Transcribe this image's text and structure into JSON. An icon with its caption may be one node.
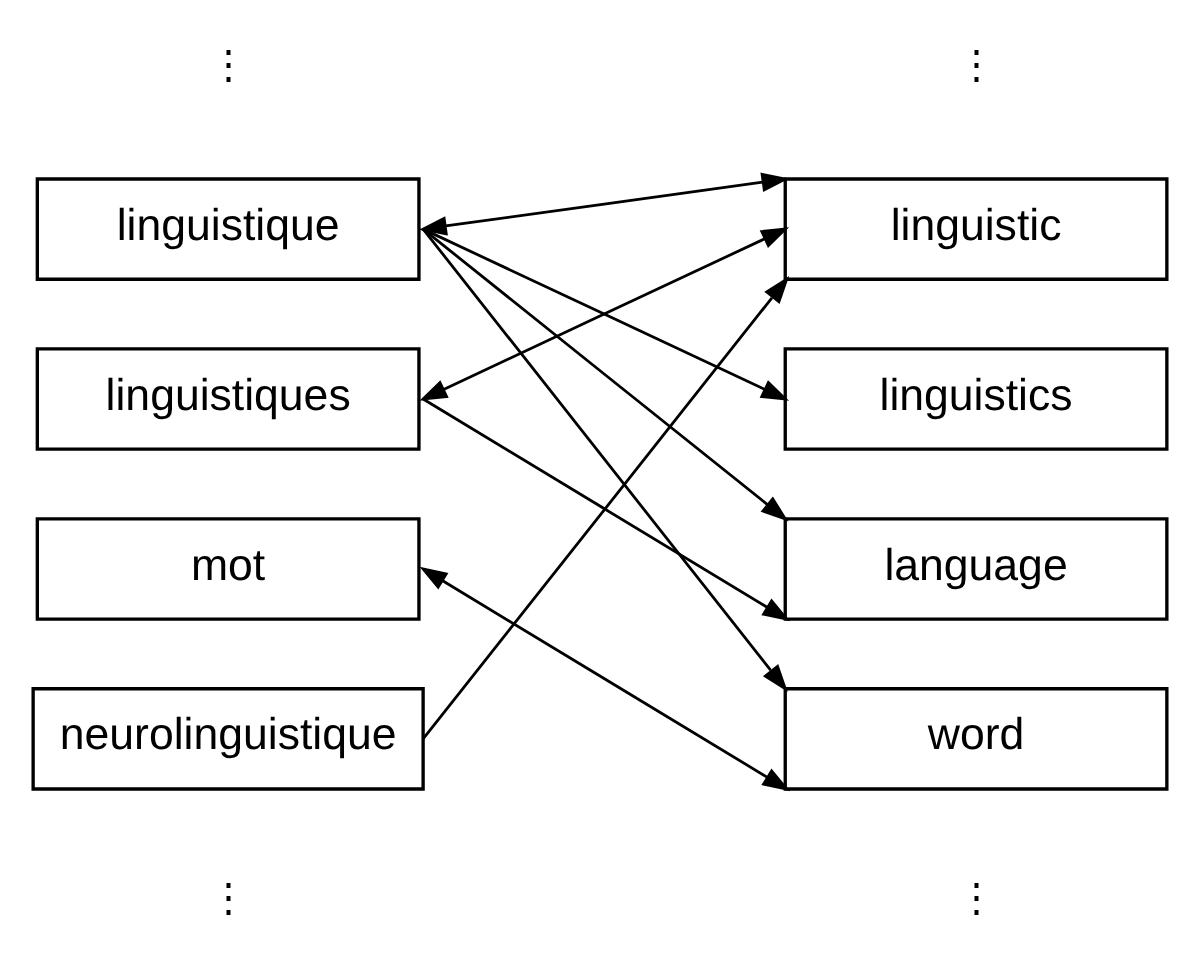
{
  "diagram": {
    "nodes": [
      {
        "text": [
          "linguistique"
        ]
      },
      {
        "text": [
          "linguistiques"
        ]
      },
      {
        "text": [
          "mot"
        ]
      },
      {
        "text": [
          "neurolinguistique"
        ]
      },
      {
        "text": [
          "linguistic"
        ]
      },
      {
        "text": [
          "linguistics"
        ]
      },
      {
        "text": [
          "language"
        ]
      },
      {
        "text": [
          "word"
        ]
      }
    ],
    "edges": [
      {
        "from": 0,
        "to": 4,
        "arrow": "both"
      },
      {
        "from": 0,
        "to": 5,
        "arrow": "to"
      },
      {
        "from": 0,
        "to": 6,
        "arrow": "to"
      },
      {
        "from": 0,
        "to": 7,
        "arrow": "to"
      },
      {
        "from": 1,
        "to": 4,
        "arrow": "both"
      },
      {
        "from": 1,
        "to": 6,
        "arrow": "to"
      },
      {
        "from": 2,
        "to": 7,
        "arrow": "both"
      },
      {
        "from": 3,
        "to": 4,
        "arrow": "to"
      }
    ],
    "labels": [
      "⋮",
      "⋮",
      "⋮",
      "⋮"
    ]
  }
}
